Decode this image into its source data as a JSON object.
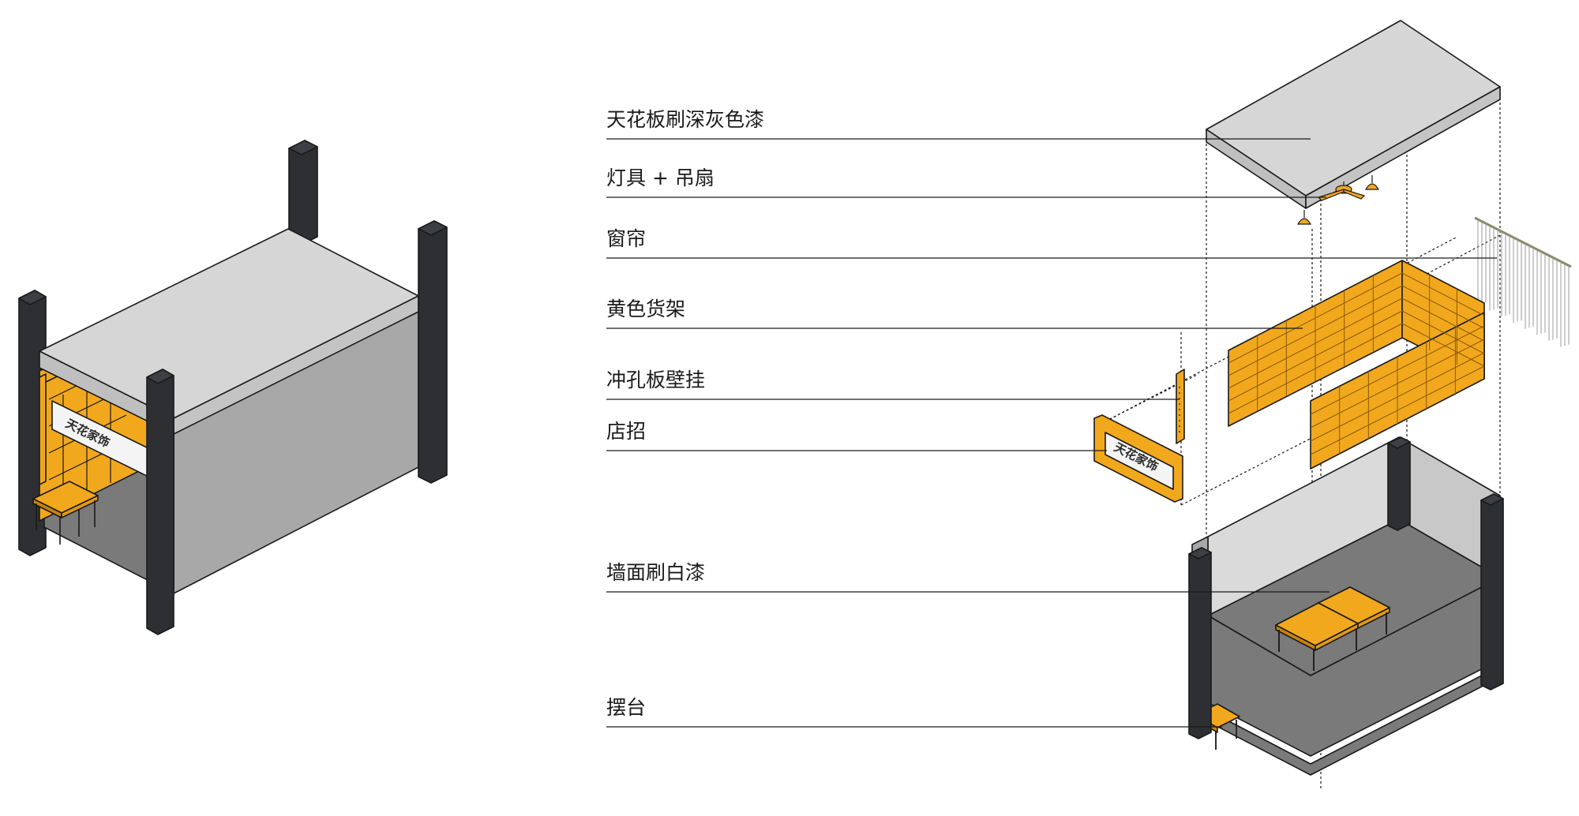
{
  "colors": {
    "ceiling_top": "#d6d6d6",
    "ceiling_side": "#bfbfbf",
    "wall_light": "#d2d2d2",
    "wall_front": "#a8a8a8",
    "floor": "#7a7a7a",
    "pillar": "#2d2f33",
    "yellow": "#f2a81d",
    "yellow_dark": "#c9850c",
    "line": "#1a1a1a"
  },
  "labels": [
    {
      "id": "ceiling",
      "text": "天花板刷深灰色漆"
    },
    {
      "id": "lights",
      "text": "灯具 + 吊扇"
    },
    {
      "id": "curtain",
      "text": "窗帘"
    },
    {
      "id": "shelves",
      "text": "黄色货架"
    },
    {
      "id": "pegboard",
      "text": "冲孔板壁挂"
    },
    {
      "id": "signboard",
      "text": "店招"
    },
    {
      "id": "walls",
      "text": "墙面刷白漆"
    },
    {
      "id": "table",
      "text": "摆台"
    }
  ],
  "icons": {
    "ceiling_fan": "ceiling-fan-icon",
    "pendant_lamp": "pendant-lamp-icon"
  }
}
